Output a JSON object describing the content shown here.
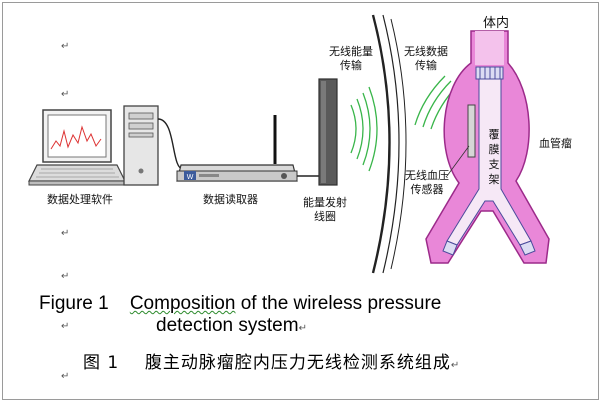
{
  "labels": {
    "computer": "数据处理软件",
    "reader": "数据读取器",
    "power_transfer": "无线能量\n传输",
    "data_transfer": "无线数据\n传输",
    "coil": "能量发射\n线圈",
    "body": "体内",
    "sensor": "无线血压\n传感器",
    "stent": "覆膜支架",
    "aneurysm": "血管瘤"
  },
  "paragraph_mark": "↵",
  "caption_en": {
    "figure_no": "Figure 1",
    "word_underlined": "Composition",
    "rest_line1": "of the wireless pressure",
    "line2": "detection system",
    "end_mark": "↵"
  },
  "caption_zh": {
    "figure_no": "图 1",
    "text": "腹主动脉瘤腔内压力无线检测系统组成",
    "end_mark": "↵"
  },
  "colors": {
    "wave": "#39b54a",
    "aneurysm_fill": "#e987d8",
    "aneurysm_stroke": "#9c2a8a",
    "stent_frame": "#4b4b9c",
    "coil": "#555555"
  }
}
